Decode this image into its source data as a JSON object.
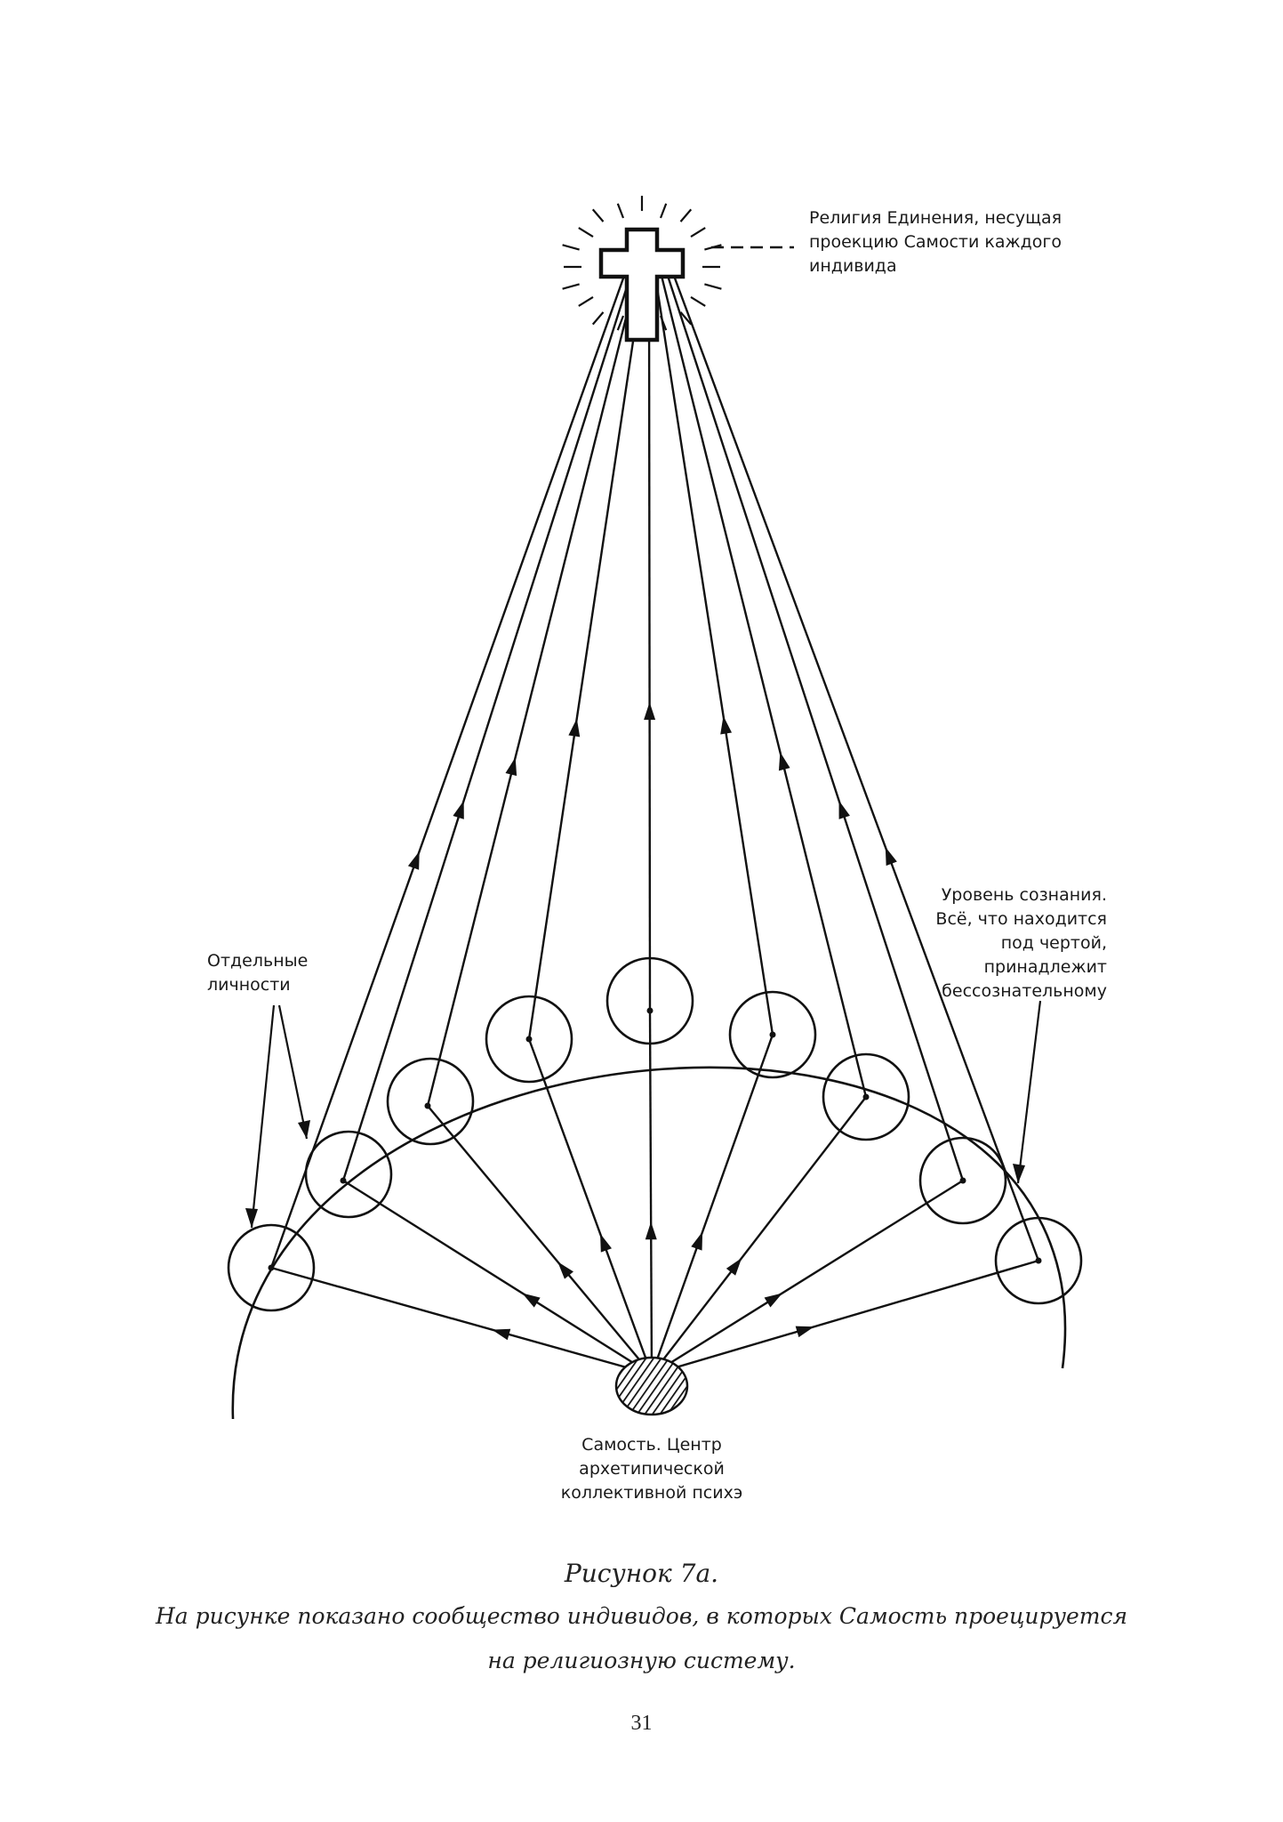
{
  "labels": {
    "religion": [
      "Религия Единения, несущая",
      "проекцию Самости каждого",
      "индивида"
    ],
    "individuals": [
      "Отдельные",
      "личности"
    ],
    "consciousness": [
      "Уровень сознания.",
      "Всё, что находится",
      "под чертой,",
      "принадлежит",
      "бессознательному"
    ],
    "self": [
      "Самость. Центр",
      "архетипической",
      "коллективной психэ"
    ]
  },
  "caption": {
    "title": "Рисунок 7а.",
    "line1": "На рисунке показано сообщество индивидов, в которых Самость проецируется",
    "line2": "на религиозную систему."
  },
  "page_number": "31"
}
